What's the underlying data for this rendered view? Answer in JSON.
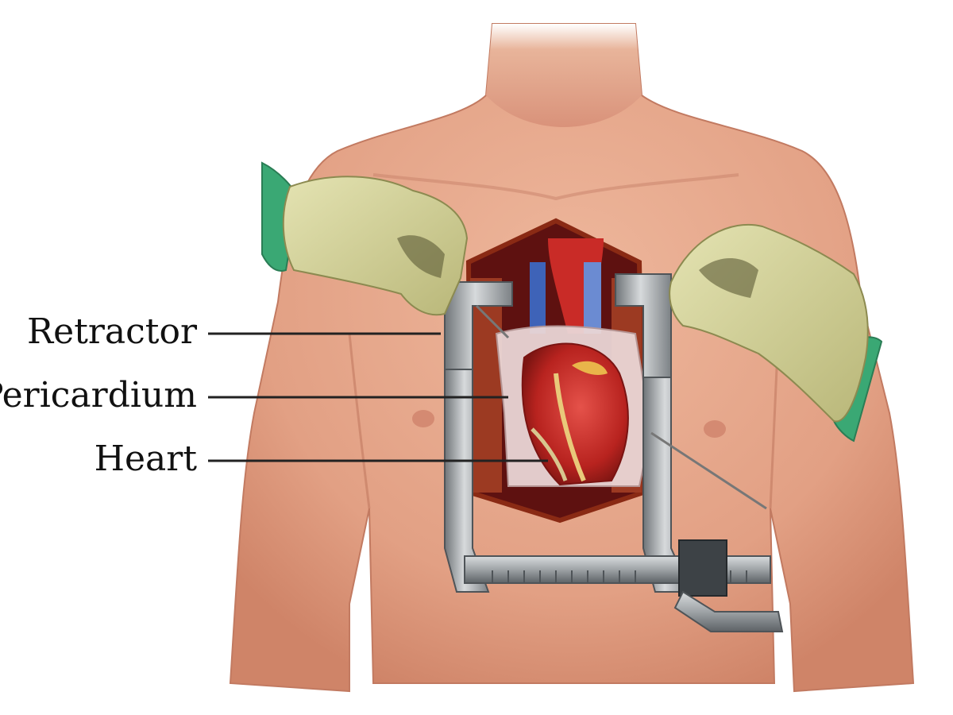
{
  "labels": {
    "retractor": "Retractor",
    "pericardium": "Pericardium",
    "heart": "Heart"
  },
  "colors": {
    "skin": "#e7a587",
    "skin_shadow": "#c97c63",
    "glove": "#d6d59a",
    "sleeve": "#3aa874",
    "metal": "#a9adb0",
    "heart": "#c9302c",
    "pericardium": "#e9d3d3",
    "leader": "#222222"
  },
  "icons": {
    "figure": "open-chest-surgery-illustration"
  }
}
